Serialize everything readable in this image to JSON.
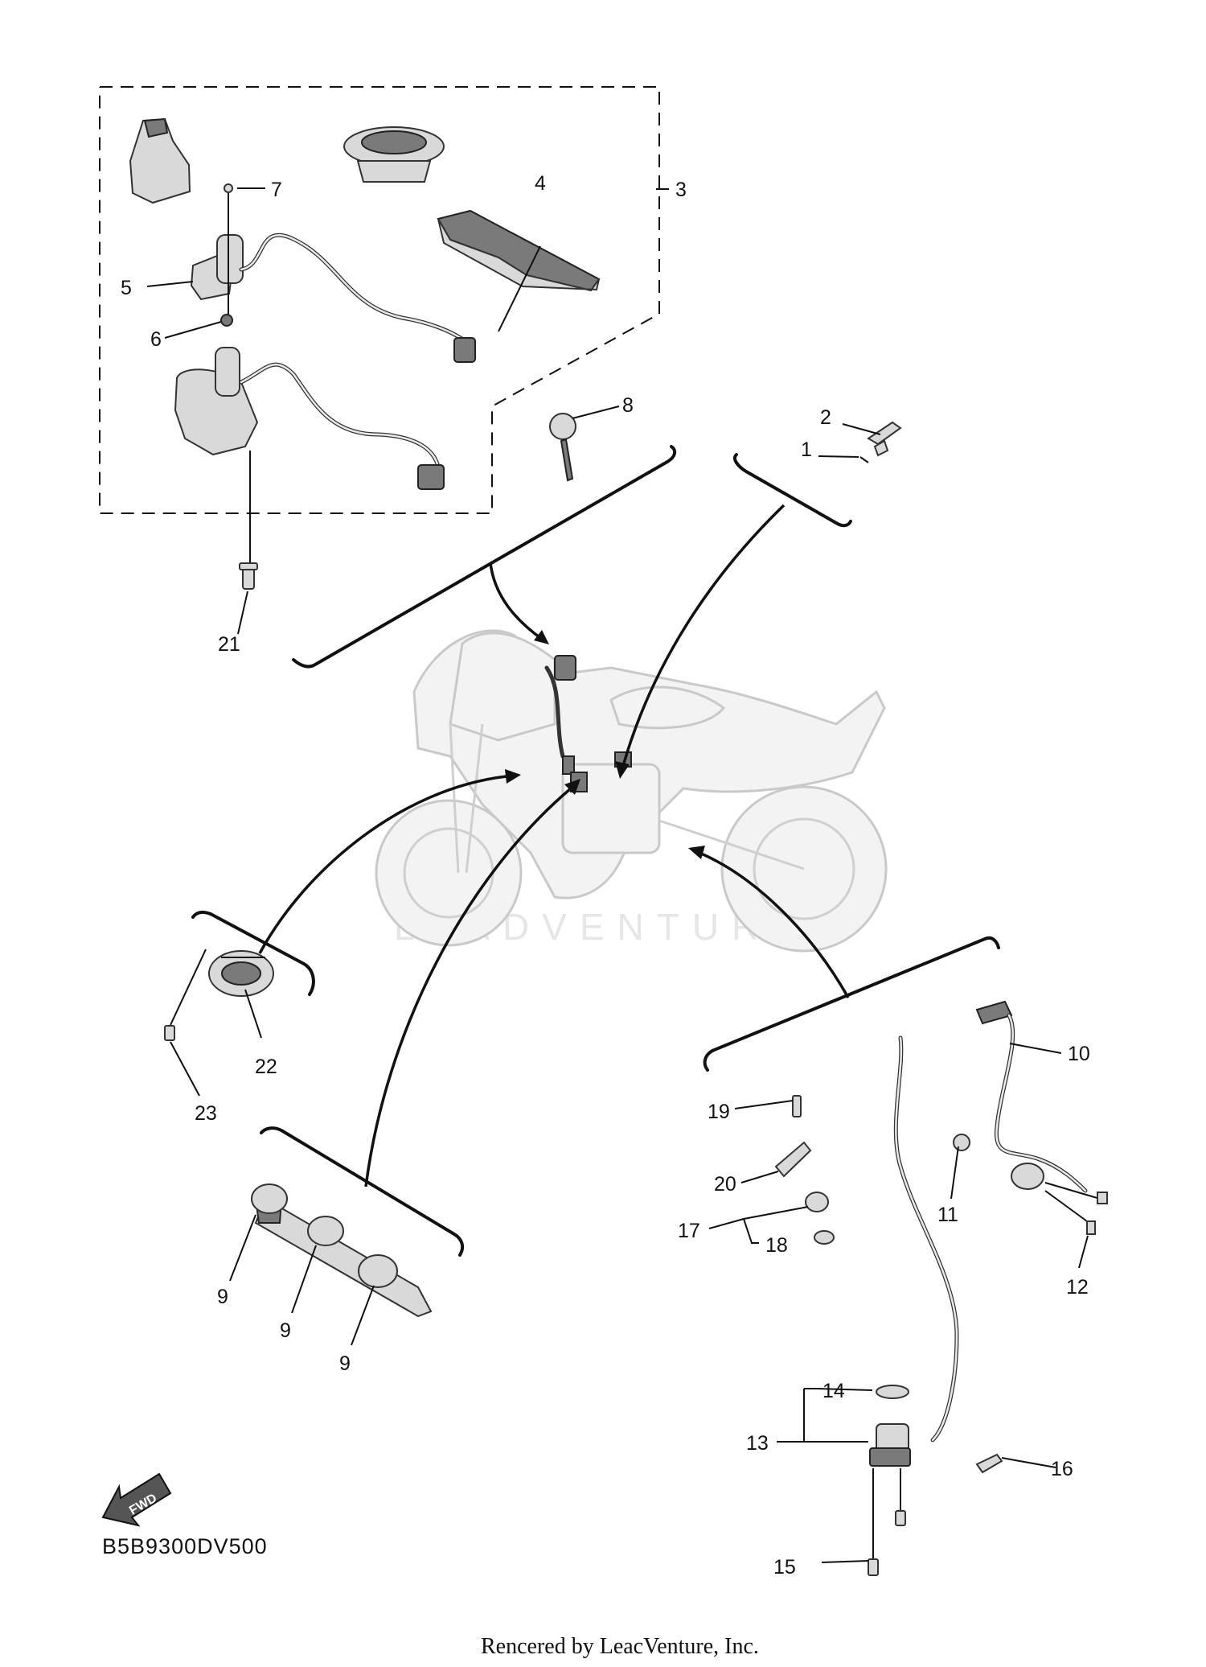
{
  "callouts": {
    "c1": "1",
    "c2": "2",
    "c3": "3",
    "c4": "4",
    "c5": "5",
    "c6": "6",
    "c7": "7",
    "c8": "8",
    "c9a": "9",
    "c9b": "9",
    "c9c": "9",
    "c10": "10",
    "c11": "11",
    "c12": "12",
    "c13": "13",
    "c14": "14",
    "c15": "15",
    "c16": "16",
    "c17": "17",
    "c18": "18",
    "c19": "19",
    "c20": "20",
    "c21": "21",
    "c22": "22",
    "c23": "23"
  },
  "diagram_code": "B5B9300DV500",
  "fwd_label": "FWD",
  "watermark": "LEADVENTURE",
  "footer": "Rencered by LeacVenture, Inc.",
  "colors": {
    "lines": "#111111",
    "parts": "#d9d9d9",
    "motorcycle": "#f3f3f3",
    "watermark": "#e6e6e6"
  }
}
